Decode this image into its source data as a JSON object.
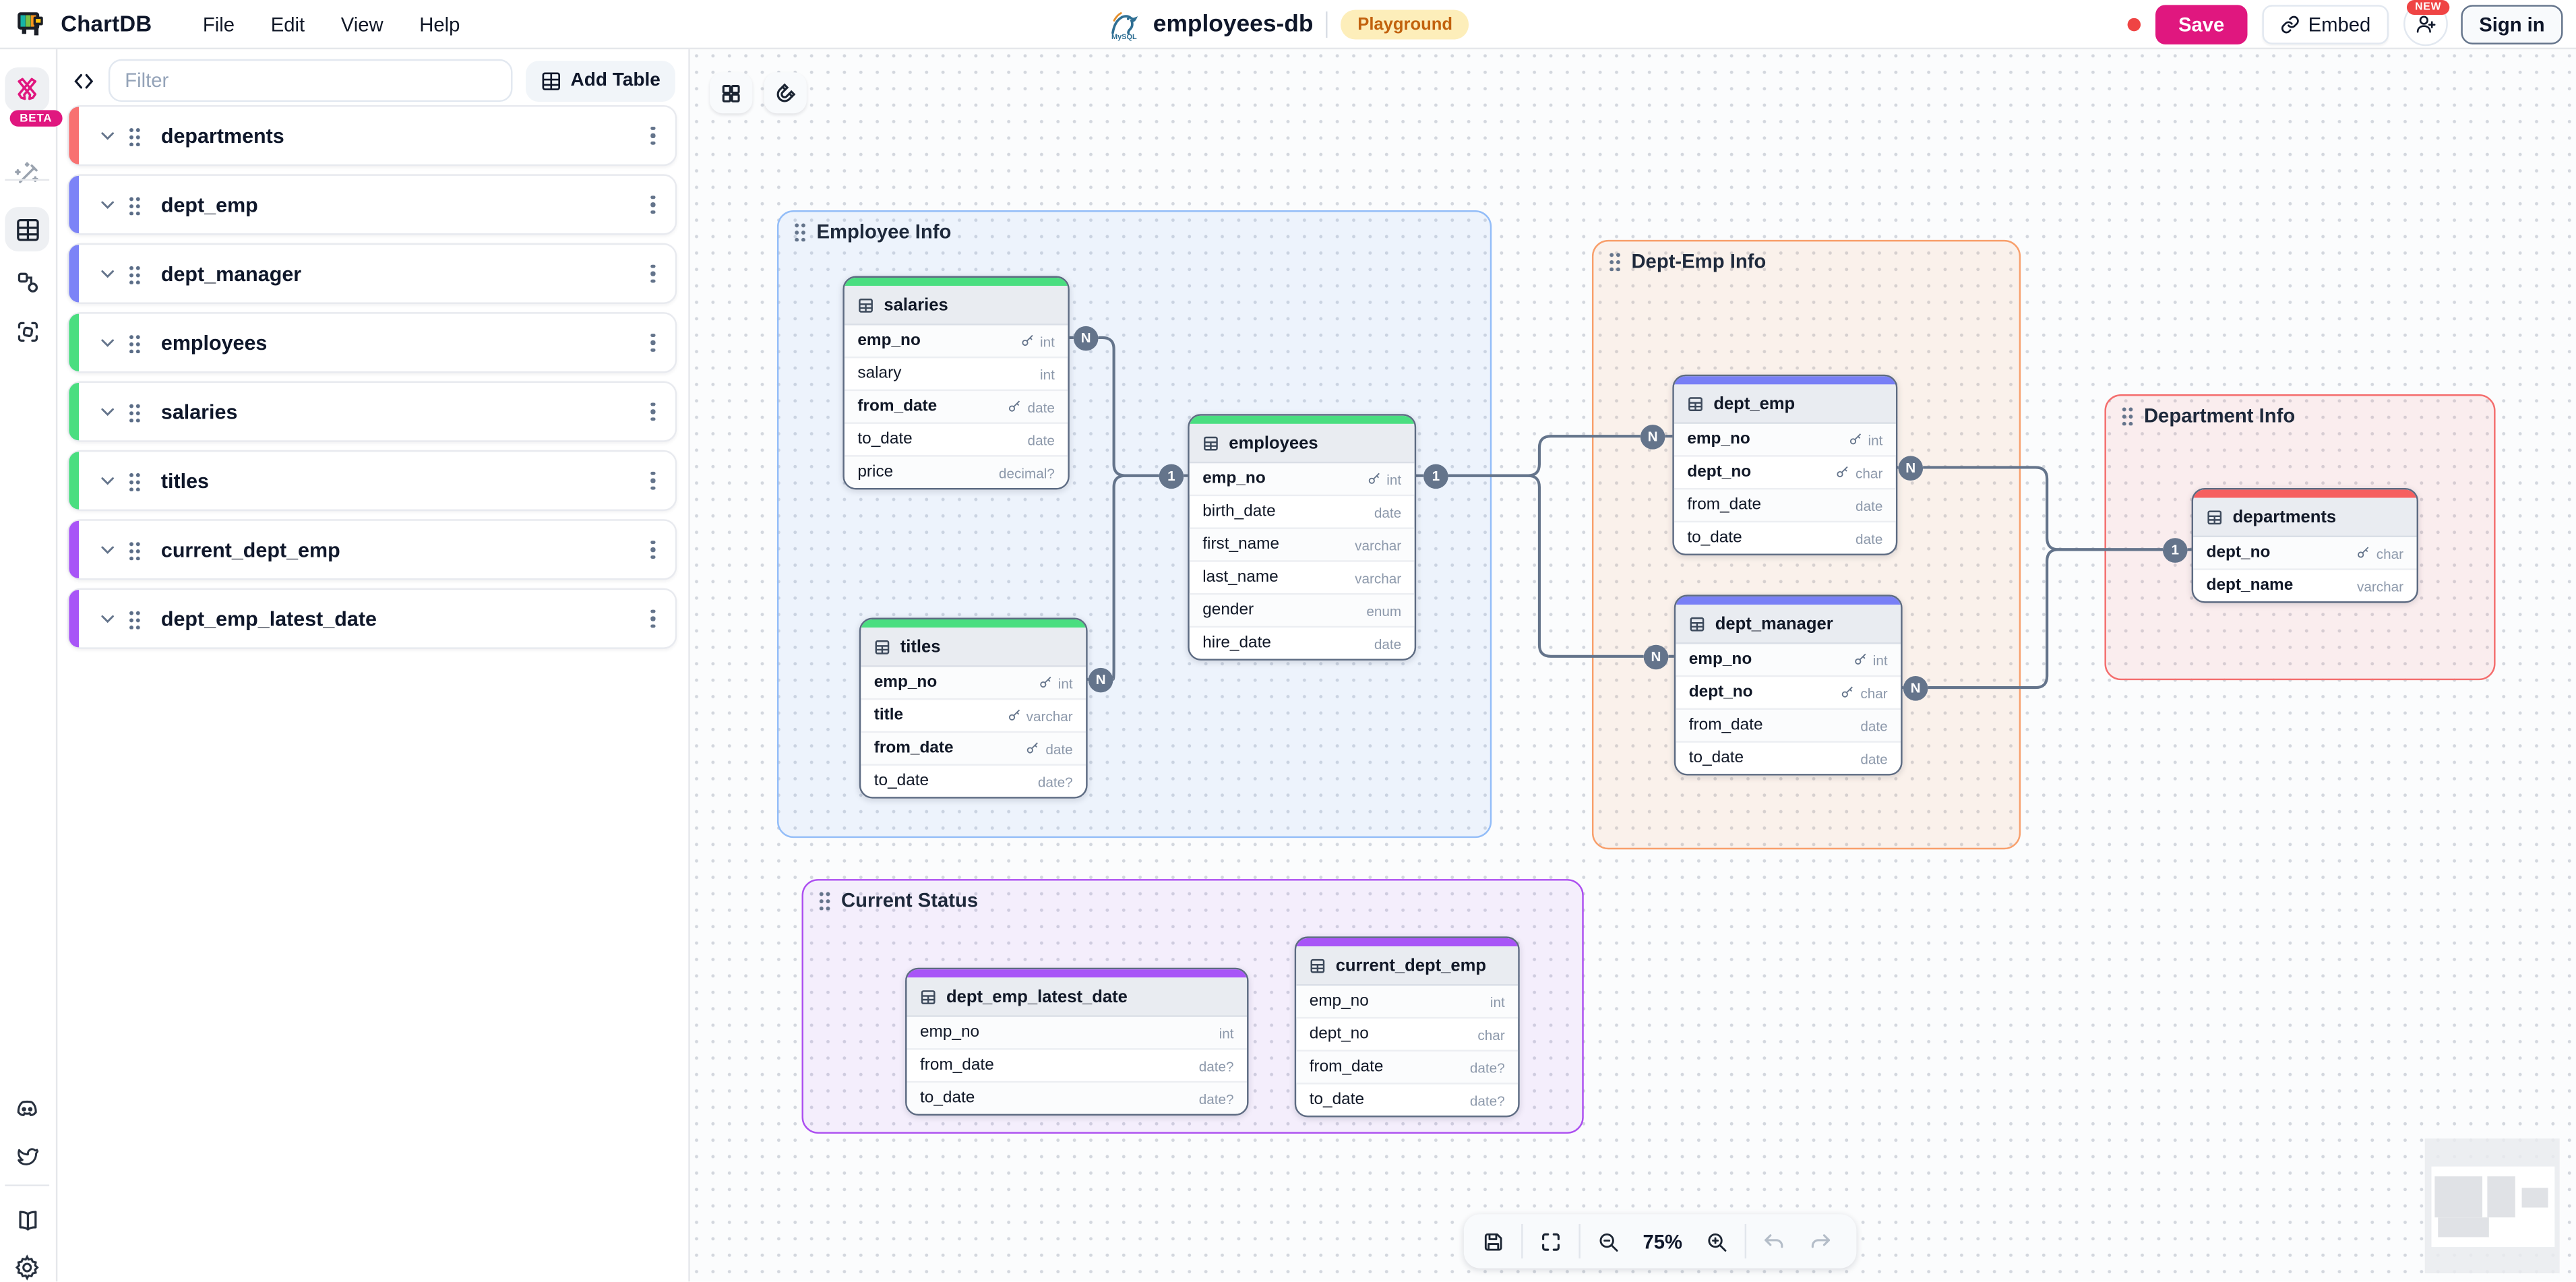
{
  "header": {
    "app_name": "ChartDB",
    "menus": [
      "File",
      "Edit",
      "View",
      "Help"
    ],
    "diagram_name": "employees-db",
    "environment_badge": "Playground",
    "save_label": "Save",
    "embed_label": "Embed",
    "new_badge": "NEW",
    "sign_in_label": "Sign in",
    "brand_pink": "#e0177f",
    "unsaved_dot_color": "#ef4444"
  },
  "sidebar": {
    "filter_placeholder": "Filter",
    "add_table_label": "Add Table",
    "tables": [
      {
        "name": "departments",
        "color": "#f87171"
      },
      {
        "name": "dept_emp",
        "color": "#7c83f7"
      },
      {
        "name": "dept_manager",
        "color": "#7c83f7"
      },
      {
        "name": "employees",
        "color": "#4ade80"
      },
      {
        "name": "salaries",
        "color": "#4ade80"
      },
      {
        "name": "titles",
        "color": "#4ade80"
      },
      {
        "name": "current_dept_emp",
        "color": "#a855f7"
      },
      {
        "name": "dept_emp_latest_date",
        "color": "#a855f7"
      }
    ]
  },
  "canvas": {
    "cardinality": {
      "one": "1",
      "many": "N"
    },
    "groups": [
      {
        "title": "Employee Info",
        "border": "#93bdf8",
        "bg": "rgba(147,189,248,0.13)"
      },
      {
        "title": "Dept-Emp Info",
        "border": "#f89f6b",
        "bg": "rgba(249,146,83,0.10)"
      },
      {
        "title": "Department Info",
        "border": "#f46d6d",
        "bg": "rgba(244,109,109,0.10)"
      },
      {
        "title": "Current Status",
        "border": "#ac4ef0",
        "bg": "rgba(172,78,240,0.08)"
      }
    ],
    "tables": [
      {
        "name": "salaries",
        "accent": "#4ade80",
        "fields": [
          {
            "name": "emp_no",
            "type": "int",
            "key": true
          },
          {
            "name": "salary",
            "type": "int",
            "key": false
          },
          {
            "name": "from_date",
            "type": "date",
            "key": true
          },
          {
            "name": "to_date",
            "type": "date",
            "key": false
          },
          {
            "name": "price",
            "type": "decimal?",
            "key": false
          }
        ]
      },
      {
        "name": "employees",
        "accent": "#4ade80",
        "fields": [
          {
            "name": "emp_no",
            "type": "int",
            "key": true
          },
          {
            "name": "birth_date",
            "type": "date",
            "key": false
          },
          {
            "name": "first_name",
            "type": "varchar",
            "key": false
          },
          {
            "name": "last_name",
            "type": "varchar",
            "key": false
          },
          {
            "name": "gender",
            "type": "enum",
            "key": false
          },
          {
            "name": "hire_date",
            "type": "date",
            "key": false
          }
        ]
      },
      {
        "name": "titles",
        "accent": "#4ade80",
        "fields": [
          {
            "name": "emp_no",
            "type": "int",
            "key": true
          },
          {
            "name": "title",
            "type": "varchar",
            "key": true
          },
          {
            "name": "from_date",
            "type": "date",
            "key": true
          },
          {
            "name": "to_date",
            "type": "date?",
            "key": false
          }
        ]
      },
      {
        "name": "dept_emp",
        "accent": "#787ff6",
        "fields": [
          {
            "name": "emp_no",
            "type": "int",
            "key": true
          },
          {
            "name": "dept_no",
            "type": "char",
            "key": true
          },
          {
            "name": "from_date",
            "type": "date",
            "key": false
          },
          {
            "name": "to_date",
            "type": "date",
            "key": false
          }
        ]
      },
      {
        "name": "dept_manager",
        "accent": "#787ff6",
        "fields": [
          {
            "name": "emp_no",
            "type": "int",
            "key": true
          },
          {
            "name": "dept_no",
            "type": "char",
            "key": true
          },
          {
            "name": "from_date",
            "type": "date",
            "key": false
          },
          {
            "name": "to_date",
            "type": "date",
            "key": false
          }
        ]
      },
      {
        "name": "departments",
        "accent": "#f65f5f",
        "fields": [
          {
            "name": "dept_no",
            "type": "char",
            "key": true
          },
          {
            "name": "dept_name",
            "type": "varchar",
            "key": false
          }
        ]
      },
      {
        "name": "dept_emp_latest_date",
        "accent": "#a855f7",
        "fields": [
          {
            "name": "emp_no",
            "type": "int",
            "key": false
          },
          {
            "name": "from_date",
            "type": "date?",
            "key": false
          },
          {
            "name": "to_date",
            "type": "date?",
            "key": false
          }
        ]
      },
      {
        "name": "current_dept_emp",
        "accent": "#a855f7",
        "fields": [
          {
            "name": "emp_no",
            "type": "int",
            "key": false
          },
          {
            "name": "dept_no",
            "type": "char",
            "key": false
          },
          {
            "name": "from_date",
            "type": "date?",
            "key": false
          },
          {
            "name": "to_date",
            "type": "date?",
            "key": false
          }
        ]
      }
    ]
  },
  "toolbar": {
    "zoom_level": "75%"
  }
}
